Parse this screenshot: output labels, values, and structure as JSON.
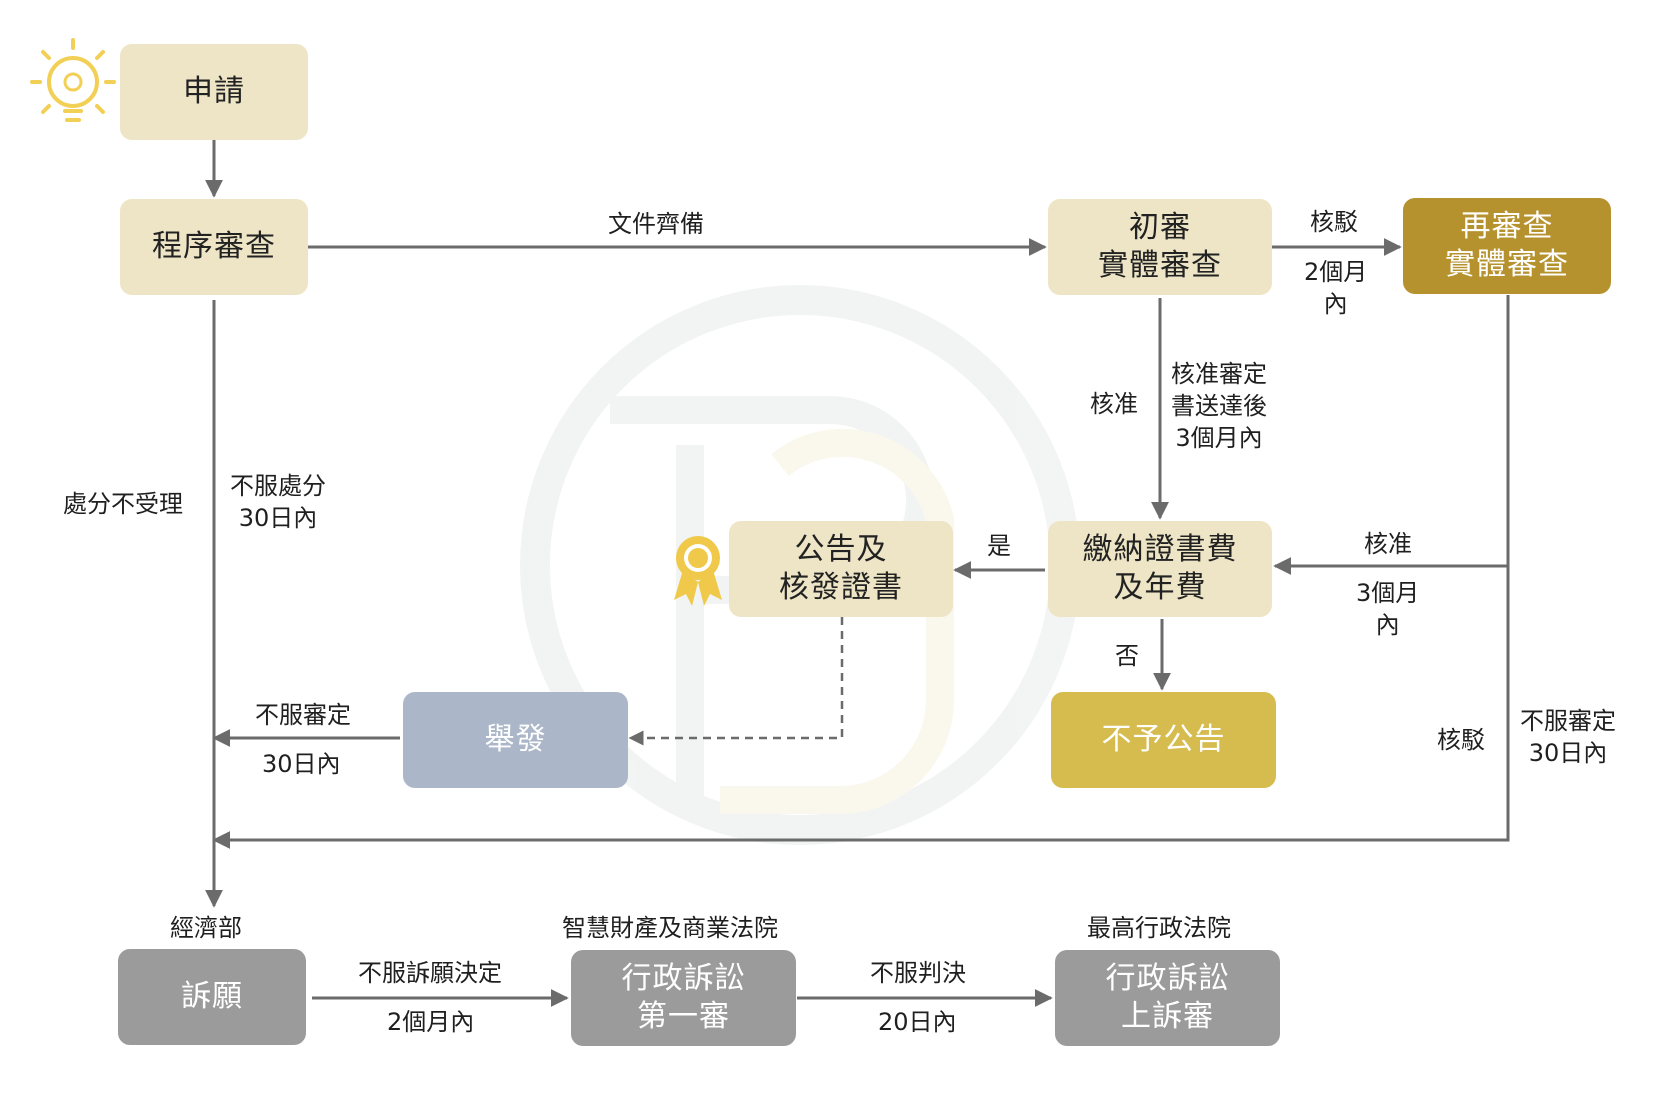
{
  "nodes": {
    "apply": {
      "label": "申請"
    },
    "formal_review": {
      "label": "程序審查"
    },
    "first_review": {
      "lines": [
        "初審",
        "實體審查"
      ]
    },
    "re_review": {
      "lines": [
        "再審查",
        "實體審查"
      ]
    },
    "pay_fees": {
      "lines": [
        "繳納證書費",
        "及年費"
      ]
    },
    "publish": {
      "lines": [
        "公告及",
        "核發證書"
      ]
    },
    "no_publish": {
      "label": "不予公告"
    },
    "invalidation": {
      "label": "舉發"
    },
    "petition": {
      "label": "訴願"
    },
    "admin_court_first": {
      "lines": [
        "行政訴訟",
        "第一審"
      ]
    },
    "admin_court_appeal": {
      "lines": [
        "行政訴訟",
        "上訴審"
      ]
    }
  },
  "edge_labels": {
    "docs_complete": "文件齊備",
    "reject_top": "核駁",
    "two_months": [
      "2個月",
      "內"
    ],
    "approve_left": "核准",
    "approve_deadline": [
      "核准審定",
      "書送達後",
      "3個月內"
    ],
    "yes": "是",
    "no": "否",
    "approve_right": "核准",
    "three_months": [
      "3個月",
      "內"
    ],
    "reject_right": "核駁",
    "appeal_decision": [
      "不服審定",
      "30日內"
    ],
    "not_accepted": "處分不受理",
    "appeal_disposition": [
      "不服處分",
      "30日內"
    ],
    "appeal_review": "不服審定",
    "thirty_days": "30日內",
    "petition_decision": "不服訴願決定",
    "two_months_within": "2個月內",
    "judgment": "不服判決",
    "twenty_days": "20日內"
  },
  "headers": {
    "ministry": "經濟部",
    "ip_court": "智慧財產及商業法院",
    "supreme_court": "最高行政法院"
  },
  "icons": {
    "bulb": "lightbulb-gear-icon",
    "certificate": "award-ribbon-icon",
    "watermark": "brand-watermark-icon"
  },
  "colors": {
    "beige": "#ede5c5",
    "gold": "#b5922e",
    "mustard": "#d6bc4f",
    "bluegray": "#abb6c8",
    "gray": "#9b9b9b",
    "line": "#6b6b6b"
  }
}
